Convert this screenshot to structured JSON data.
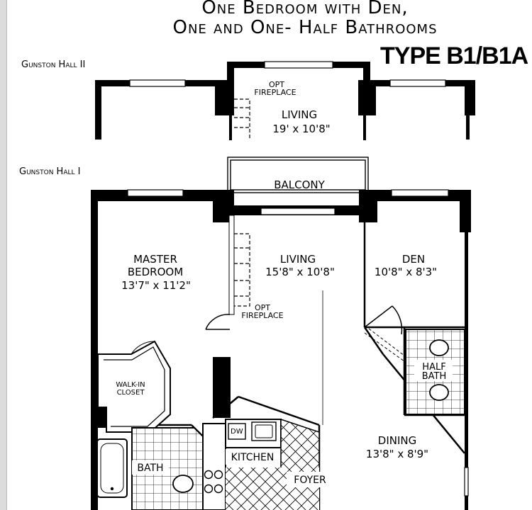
{
  "title": {
    "line1": "One Bedroom with Den,",
    "line2": "One and One- Half Bathrooms"
  },
  "plan_type": "TYPE B1/B1A",
  "buildings": {
    "gunston_hall_2": "Gunston Hall II",
    "gunston_hall_1": "Gunston Hall I"
  },
  "upper_plan": {
    "fireplace_line1": "OPT",
    "fireplace_line2": "FIREPLACE",
    "living_name": "LIVING",
    "living_dims": "19' x 10'8\""
  },
  "lower_plan": {
    "balcony": "BALCONY",
    "master_line1": "MASTER",
    "master_line2": "BEDROOM",
    "master_dims": "13'7\" x 11'2\"",
    "living_name": "LIVING",
    "living_dims": "15'8\" x 10'8\"",
    "fireplace_line1": "OPT",
    "fireplace_line2": "FIREPLACE",
    "den_name": "DEN",
    "den_dims": "10'8\" x 8'3\"",
    "walkin_line1": "WALK-IN",
    "walkin_line2": "CLOSET",
    "half_bath_line1": "HALF",
    "half_bath_line2": "BATH",
    "dining_name": "DINING",
    "dining_dims": "13'8\" x 8'9\"",
    "bath": "BATH",
    "dw": "DW",
    "kitchen": "KITCHEN",
    "foyer": "FOYER"
  }
}
